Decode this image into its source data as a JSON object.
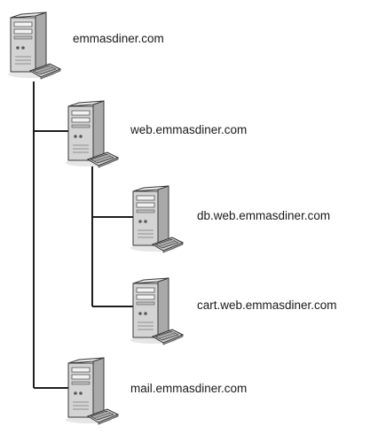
{
  "diagram": {
    "hosts": [
      {
        "label": "emmasdiner.com",
        "icon": "server-icon"
      },
      {
        "label": "web.emmasdiner.com",
        "icon": "server-icon"
      },
      {
        "label": "db.web.emmasdiner.com",
        "icon": "server-icon"
      },
      {
        "label": "cart.web.emmasdiner.com",
        "icon": "server-icon"
      },
      {
        "label": "mail.emmasdiner.com",
        "icon": "server-icon"
      }
    ],
    "hierarchy": [
      {
        "parent": "emmasdiner.com",
        "child": "web.emmasdiner.com"
      },
      {
        "parent": "emmasdiner.com",
        "child": "mail.emmasdiner.com"
      },
      {
        "parent": "web.emmasdiner.com",
        "child": "db.web.emmasdiner.com"
      },
      {
        "parent": "web.emmasdiner.com",
        "child": "cart.web.emmasdiner.com"
      }
    ],
    "colors": {
      "line": "#1e1e1e",
      "server_body": "#d9d9d9",
      "server_front": "#c4c4c4",
      "server_outline": "#3a3a3a",
      "label_text": "#1a1a1a"
    }
  }
}
